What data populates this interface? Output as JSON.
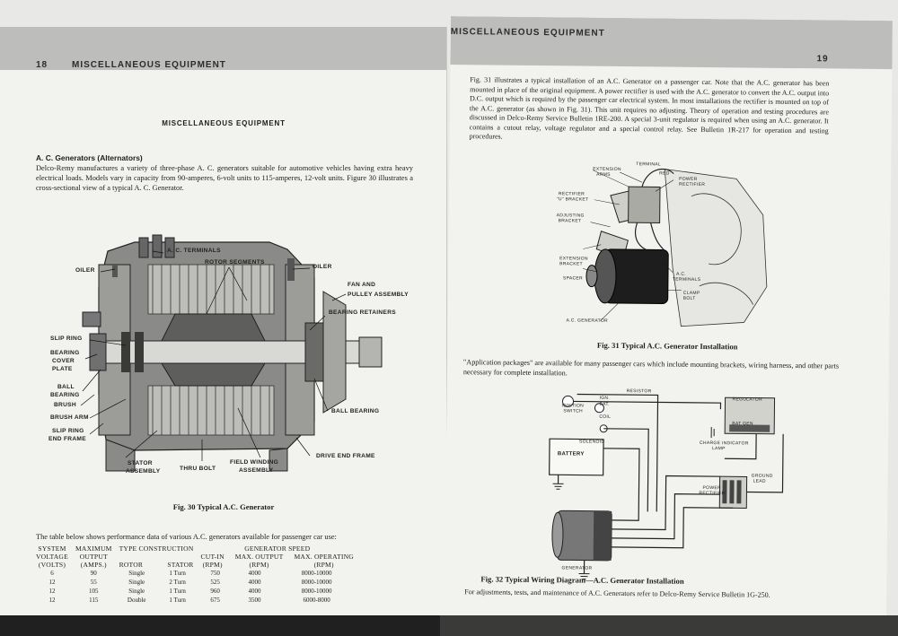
{
  "left": {
    "page_number": "18",
    "running_head": "MISCELLANEOUS EQUIPMENT",
    "section_title": "MISCELLANEOUS EQUIPMENT",
    "subheading": "A. C. Generators (Alternators)",
    "intro": "Delco-Remy manufactures a variety of three-phase A. C. generators suitable for automotive vehicles having extra heavy electrical loads. Models vary in capacity from 90-amperes, 6-volt units to 115-amperes, 12-volt units. Figure 30 illustrates a cross-sectional view of a typical A. C. Generator.",
    "fig30_labels": {
      "ac_terminals": "A. C. TERMINALS",
      "rotor_segments": "ROTOR SEGMENTS",
      "oiler_left": "OILER",
      "oiler_right": "OILER",
      "fan_pulley_1": "FAN AND",
      "fan_pulley_2": "PULLEY ASSEMBLY",
      "bearing_retainers": "BEARING RETAINERS",
      "slip_ring": "SLIP RING",
      "bearing_cover_1": "BEARING",
      "bearing_cover_2": "COVER",
      "bearing_cover_3": "PLATE",
      "ball_bearing_left_1": "BALL",
      "ball_bearing_left_2": "BEARING",
      "brush": "BRUSH",
      "brush_arm": "BRUSH ARM",
      "slip_ring_end_1": "SLIP RING",
      "slip_ring_end_2": "END FRAME",
      "ball_bearing_right": "BALL BEARING",
      "stator_1": "STATOR",
      "stator_2": "ASSEMBLY",
      "thru_bolt": "THRU BOLT",
      "field_winding_1": "FIELD WINDING",
      "field_winding_2": "ASSEMBLY",
      "drive_end_frame": "DRIVE END FRAME"
    },
    "fig30_caption": "Fig. 30 Typical A.C. Generator",
    "table_intro": "The table below shows performance data of various A.C. generators available for passenger car use:",
    "table_headers": {
      "system_1": "SYSTEM",
      "system_2": "VOLTAGE",
      "system_3": "(VOLTS)",
      "max_1": "MAXIMUM",
      "max_2": "OUTPUT",
      "max_3": "(AMPS.)",
      "type": "TYPE CONSTRUCTION",
      "rotor": "ROTOR",
      "stator": "STATOR",
      "speed": "GENERATOR SPEED",
      "cutin_1": "CUT-IN",
      "cutin_2": "(RPM)",
      "maxout_1": "MAX. OUTPUT",
      "maxout_2": "(RPM)",
      "maxop_1": "MAX. OPERATING",
      "maxop_2": "(RPM)"
    },
    "table_rows": [
      [
        "6",
        "90",
        "Single",
        "1 Turn",
        "750",
        "4000",
        "8000-10000"
      ],
      [
        "12",
        "55",
        "Single",
        "2 Turn",
        "525",
        "4000",
        "8000-10000"
      ],
      [
        "12",
        "105",
        "Single",
        "1 Turn",
        "960",
        "4000",
        "8000-10000"
      ],
      [
        "12",
        "115",
        "Double",
        "1 Turn",
        "675",
        "3500",
        "6000-8000"
      ]
    ]
  },
  "right": {
    "page_number": "19",
    "running_head": "MISCELLANEOUS EQUIPMENT",
    "intro": "Fig. 31 illustrates a typical installation of an A.C. Generator on a passenger car. Note that the A.C. generator has been mounted in place of the original equipment. A power rectifier is used with the A.C. generator to convert the A.C. output into D.C. output which is required by the passenger car electrical system. In most installations the rectifier is mounted on top of the A.C. generator (as shown in Fig. 31). This unit requires no adjusting. Theory of operation and testing procedures are discussed in Delco-Remy Service Bulletin 1RE-200. A special 3-unit regulator is required when using an A.C. generator. It contains a cutout relay, voltage regulator and a special control relay. See Bulletin 1R-217 for operation and testing procedures.",
    "fig31_labels": {
      "extension_arms_1": "EXTENSION",
      "extension_arms_2": "ARMS",
      "terminal": "TERMINAL",
      "red": "RED",
      "power_rectifier_1": "POWER",
      "power_rectifier_2": "RECTIFIER",
      "rectifier_bracket_1": "RECTIFIER",
      "rectifier_bracket_2": "\"U\" BRACKET",
      "adjusting_bracket_1": "ADJUSTING",
      "adjusting_bracket_2": "BRACKET",
      "extension_bracket_1": "EXTENSION",
      "extension_bracket_2": "BRACKET",
      "spacer": "SPACER",
      "ac_terminals_1": "A.C.",
      "ac_terminals_2": "TERMINALS",
      "clamp_bolt_1": "CLAMP",
      "clamp_bolt_2": "BOLT",
      "ac_generator": "A.C. GENERATOR"
    },
    "fig31_caption": "Fig. 31 Typical A.C. Generator Installation",
    "packages_text": "\"Application packages\" are available for many passenger cars which include mounting brackets, wiring harness, and other parts necessary for complete installation.",
    "fig32_labels": {
      "resistor": "RESISTOR",
      "ign": "IGN.",
      "bat": "BAT.",
      "ignition_switch_1": "IGNITION",
      "ignition_switch_2": "SWITCH",
      "coil": "COIL",
      "solenoid": "SOLENOID",
      "battery": "BATTERY",
      "regulator": "REGULATOR",
      "bat_gen": "BAT  GEN",
      "charge_indicator_1": "CHARGE INDICATOR",
      "charge_indicator_2": "LAMP",
      "power_rectifier_1": "POWER",
      "power_rectifier_2": "RECTIFIER",
      "ground_lead_1": "GROUND",
      "ground_lead_2": "LEAD",
      "generator": "GENERATOR"
    },
    "fig32_caption": "Fig. 32 Typical Wiring Diagram—A.C. Generator Installation",
    "closing": "For adjustments, tests, and maintenance of A.C. Generators refer to Delco-Remy Service Bulletin 1G-250."
  }
}
